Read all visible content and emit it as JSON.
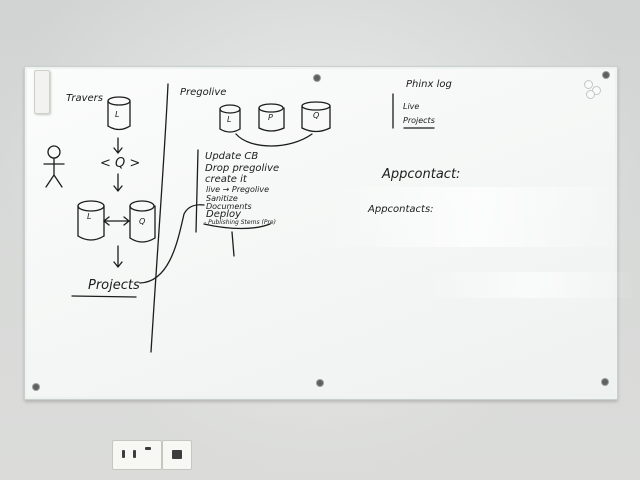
{
  "whiteboard": {
    "left_diagram": {
      "title": "Travers",
      "db_top": "L",
      "queue": "< Q >",
      "db_left": "L",
      "db_right": "Q",
      "projects": "Projects"
    },
    "middle_diagram": {
      "title": "Pregolive",
      "db_labels": [
        "L",
        "P",
        "Q"
      ],
      "steps": [
        "Update CB",
        "Drop pregolive",
        "create it",
        "live → Pregolive",
        "Sanitize",
        "Documents",
        "Deploy"
      ],
      "footnote": "- Publishing Stems (Pre)"
    },
    "right_notes": {
      "title": "Phinx log",
      "items": [
        "Live",
        "Projects"
      ],
      "heading_1": "Appcontact:",
      "heading_2": "Appcontacts:"
    }
  },
  "colors": {
    "ink": "#1c1c1c",
    "board": "#f7f9f8",
    "wall": "#dfe1e0"
  }
}
